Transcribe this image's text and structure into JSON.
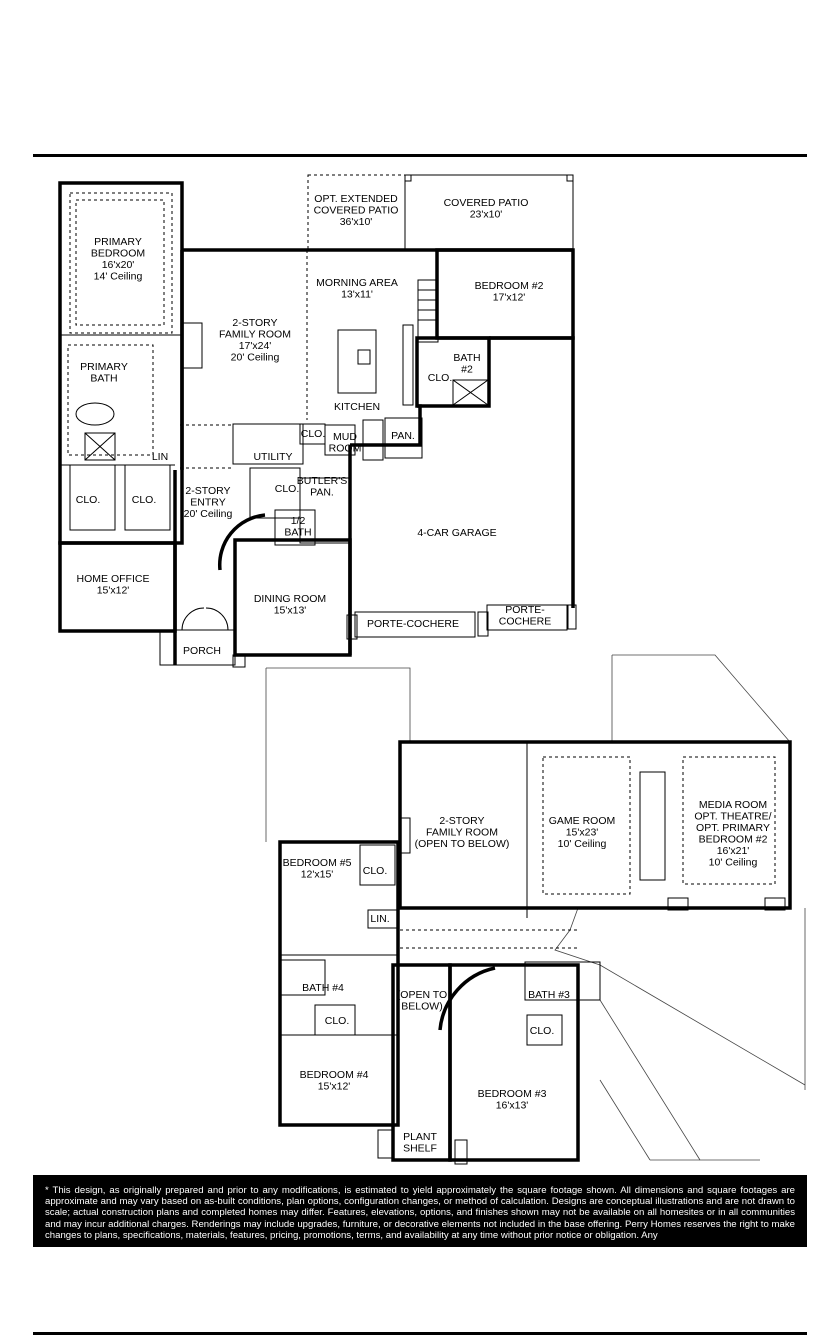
{
  "first_floor": {
    "rooms": [
      {
        "name": "primary-bedroom",
        "lines": [
          "PRIMARY",
          "BEDROOM",
          "16'x20'",
          "14' Ceiling"
        ]
      },
      {
        "name": "primary-bath",
        "lines": [
          "PRIMARY",
          "BATH"
        ]
      },
      {
        "name": "closet-left",
        "lines": [
          "CLO."
        ]
      },
      {
        "name": "closet-right",
        "lines": [
          "CLO."
        ]
      },
      {
        "name": "linen",
        "lines": [
          "LIN"
        ]
      },
      {
        "name": "home-office",
        "lines": [
          "HOME OFFICE",
          "15'x12'"
        ]
      },
      {
        "name": "family-room",
        "lines": [
          "2-STORY",
          "FAMILY ROOM",
          "17'x24'",
          "20' Ceiling"
        ]
      },
      {
        "name": "opt-extended-covered-patio",
        "lines": [
          "OPT. EXTENDED",
          "COVERED PATIO",
          "36'x10'"
        ]
      },
      {
        "name": "covered-patio",
        "lines": [
          "COVERED PATIO",
          "23'x10'"
        ]
      },
      {
        "name": "morning-area",
        "lines": [
          "MORNING AREA",
          "13'x11'"
        ]
      },
      {
        "name": "kitchen",
        "lines": [
          "KITCHEN"
        ]
      },
      {
        "name": "bedroom-2",
        "lines": [
          "BEDROOM #2",
          "17'x12'"
        ]
      },
      {
        "name": "bath-2",
        "lines": [
          "BATH",
          "#2"
        ]
      },
      {
        "name": "bath-2-closet",
        "lines": [
          "CLO."
        ]
      },
      {
        "name": "utility",
        "lines": [
          "UTILITY"
        ]
      },
      {
        "name": "utility-closet",
        "lines": [
          "CLO."
        ]
      },
      {
        "name": "mud-room",
        "lines": [
          "MUD",
          "ROOM"
        ]
      },
      {
        "name": "mud-closet",
        "lines": [
          "CLO."
        ]
      },
      {
        "name": "pantry",
        "lines": [
          "PAN."
        ]
      },
      {
        "name": "butlers-pantry",
        "lines": [
          "BUTLER'S",
          "PAN."
        ]
      },
      {
        "name": "entry",
        "lines": [
          "2-STORY",
          "ENTRY",
          "20' Ceiling"
        ]
      },
      {
        "name": "half-bath",
        "lines": [
          "1/2",
          "BATH"
        ]
      },
      {
        "name": "garage",
        "lines": [
          "4-CAR GARAGE"
        ]
      },
      {
        "name": "dining-room",
        "lines": [
          "DINING ROOM",
          "15'x13'"
        ]
      },
      {
        "name": "porte-cochere-1",
        "lines": [
          "PORTE-COCHERE"
        ]
      },
      {
        "name": "porte-cochere-2",
        "lines": [
          "PORTE-",
          "COCHERE"
        ]
      },
      {
        "name": "porch",
        "lines": [
          "PORCH"
        ]
      }
    ]
  },
  "second_floor": {
    "rooms": [
      {
        "name": "family-room-open",
        "lines": [
          "2-STORY",
          "FAMILY ROOM",
          "(OPEN TO BELOW)"
        ]
      },
      {
        "name": "game-room",
        "lines": [
          "GAME ROOM",
          "15'x23'",
          "10' Ceiling"
        ]
      },
      {
        "name": "media-room",
        "lines": [
          "MEDIA ROOM",
          "OPT. THEATRE/",
          "OPT. PRIMARY",
          "BEDROOM #2",
          "16'x21'",
          "10' Ceiling"
        ]
      },
      {
        "name": "bedroom-5",
        "lines": [
          "BEDROOM #5",
          "12'x15'"
        ]
      },
      {
        "name": "bedroom-5-closet",
        "lines": [
          "CLO."
        ]
      },
      {
        "name": "linen",
        "lines": [
          "LIN."
        ]
      },
      {
        "name": "bath-4",
        "lines": [
          "BATH #4"
        ]
      },
      {
        "name": "bath-4-closet",
        "lines": [
          "CLO."
        ]
      },
      {
        "name": "bedroom-4",
        "lines": [
          "BEDROOM #4",
          "15'x12'"
        ]
      },
      {
        "name": "open-to-below",
        "lines": [
          "(OPEN TO",
          "BELOW)"
        ]
      },
      {
        "name": "bath-3",
        "lines": [
          "BATH #3"
        ]
      },
      {
        "name": "bath-3-closet",
        "lines": [
          "CLO."
        ]
      },
      {
        "name": "bedroom-3",
        "lines": [
          "BEDROOM #3",
          "16'x13'"
        ]
      },
      {
        "name": "plant-shelf",
        "lines": [
          "PLANT",
          "SHELF"
        ]
      }
    ]
  },
  "disclaimer": "* This design, as originally prepared and prior to any modifications, is estimated to yield approximately the square footage shown. All dimensions and square footages are approximate and may vary based on as-built conditions, plan options, configuration changes, or method of calculation. Designs are conceptual illustrations and are not drawn to scale; actual construction plans and completed homes may differ. Features, elevations, options, and finishes shown may not be available on all homesites or in all communities and may incur additional charges. Renderings may include upgrades, furniture, or decorative elements not included in the base offering. Perry Homes reserves the right to make changes to plans, specifications, materials, features, pricing, promotions, terms, and availability at any time without prior notice or obligation. Any"
}
